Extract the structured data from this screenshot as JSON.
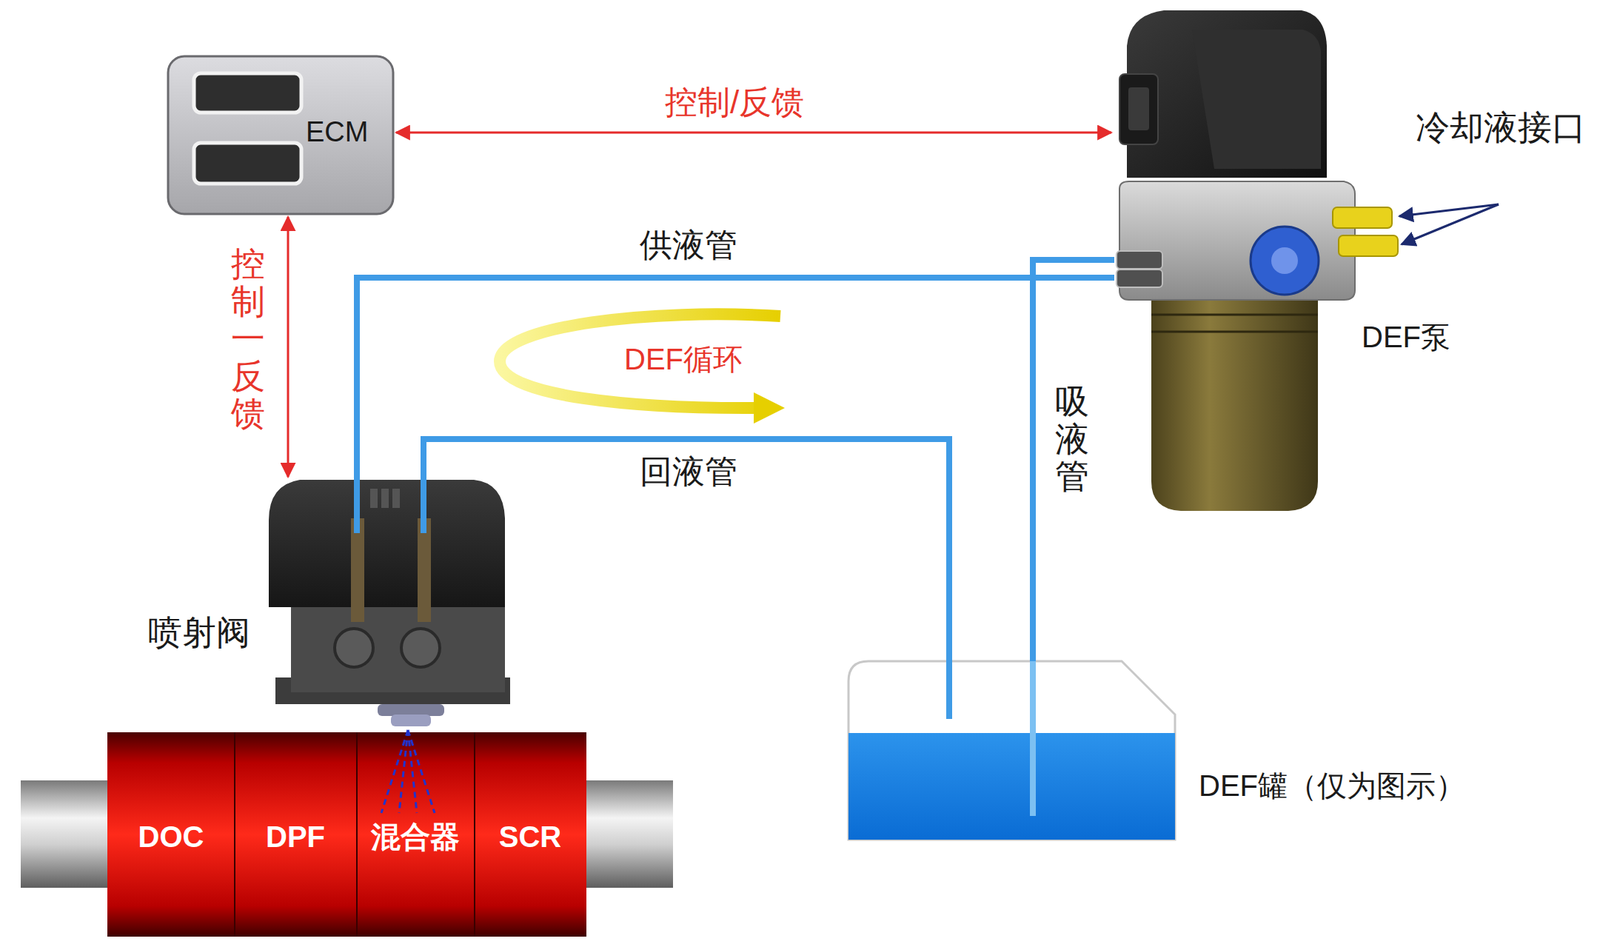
{
  "diagram": {
    "nodes": [
      {
        "text": [
          "ECM"
        ]
      },
      {
        "text": [
          "DEF泵"
        ]
      },
      {
        "text": [
          "喷射阀"
        ]
      },
      {
        "text": [
          "DEF罐（仅为图示）"
        ]
      },
      {
        "text": [
          "DOC"
        ]
      },
      {
        "text": [
          "DPF"
        ]
      },
      {
        "text": [
          "混合器"
        ]
      },
      {
        "text": [
          "SCR"
        ]
      }
    ],
    "edges": [
      {
        "from": 0,
        "to": 1,
        "label": "控制/反馈",
        "arrow": "both"
      },
      {
        "from": 0,
        "to": 2,
        "label": "控制一反馈",
        "arrow": "both"
      },
      {
        "from": 1,
        "to": 2,
        "label": "供液管",
        "arrow": "none"
      },
      {
        "from": 2,
        "to": 3,
        "label": "回液管",
        "arrow": "none"
      },
      {
        "from": 3,
        "to": 1,
        "label": "吸液管",
        "arrow": "none"
      }
    ],
    "labels": [
      "冷却液接口",
      "DEF循环"
    ]
  }
}
